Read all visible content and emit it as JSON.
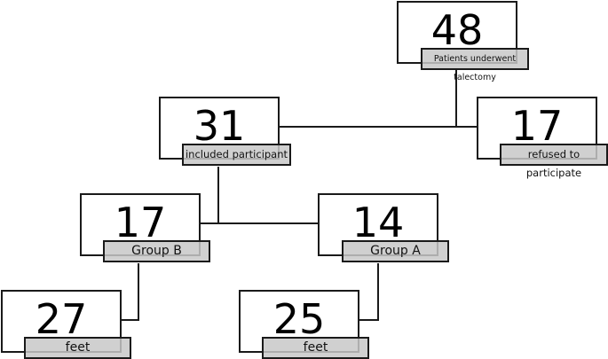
{
  "diagram": {
    "type": "flowchart",
    "nodes": [
      {
        "id": "total",
        "count": "48",
        "label": "Patients underwent talectomy"
      },
      {
        "id": "included",
        "count": "31",
        "label": "included participant"
      },
      {
        "id": "refused",
        "count": "17",
        "label": "refused to participate"
      },
      {
        "id": "group_b",
        "count": "17",
        "label": "Group B"
      },
      {
        "id": "group_a",
        "count": "14",
        "label": "Group A"
      },
      {
        "id": "feet_b",
        "count": "27",
        "label": "feet"
      },
      {
        "id": "feet_a",
        "count": "25",
        "label": "feet"
      }
    ],
    "edges": [
      {
        "from": "total",
        "to": "included"
      },
      {
        "from": "total",
        "to": "refused"
      },
      {
        "from": "included",
        "to": "group_b"
      },
      {
        "from": "included",
        "to": "group_a"
      },
      {
        "from": "group_b",
        "to": "feet_b"
      },
      {
        "from": "group_a",
        "to": "feet_a"
      }
    ]
  },
  "colors": {
    "border": "#1a1a1a",
    "label_fill": "#c8c8c8",
    "background": "#ffffff"
  }
}
